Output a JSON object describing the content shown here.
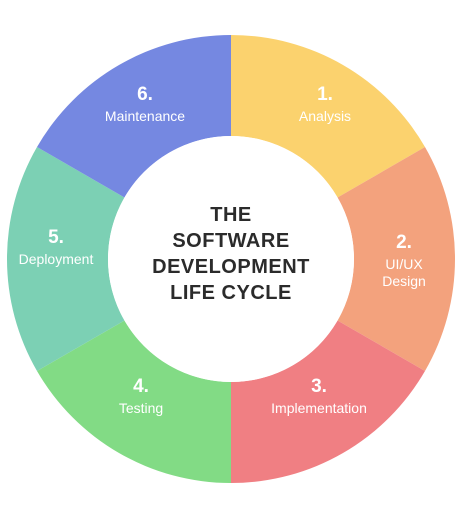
{
  "center_title": [
    "THE",
    "SOFTWARE",
    "DEVELOPMENT",
    "LIFE CYCLE"
  ],
  "segments": [
    {
      "number": "1.",
      "label": [
        "Analysis"
      ],
      "color": "#FBD26E"
    },
    {
      "number": "2.",
      "label": [
        "UI/UX",
        "Design"
      ],
      "color": "#F3A27D"
    },
    {
      "number": "3.",
      "label": [
        "Implementation"
      ],
      "color": "#F07F83"
    },
    {
      "number": "4.",
      "label": [
        "Testing"
      ],
      "color": "#82DB85"
    },
    {
      "number": "5.",
      "label": [
        "Deployment"
      ],
      "color": "#7CD0B4"
    },
    {
      "number": "6.",
      "label": [
        "Maintenance"
      ],
      "color": "#7588E1"
    }
  ]
}
